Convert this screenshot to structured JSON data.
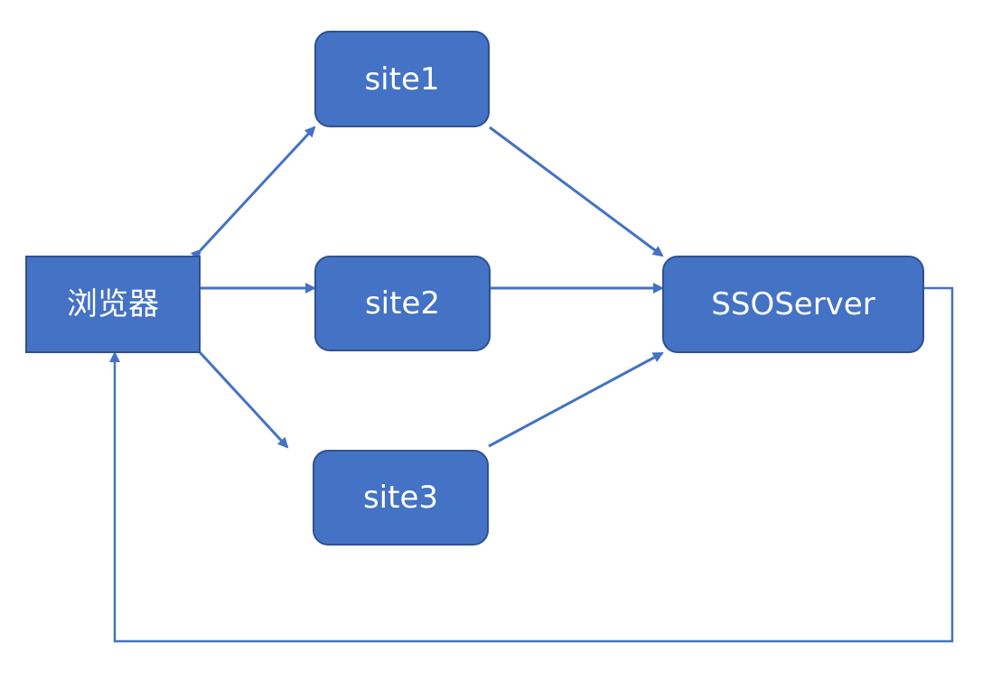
{
  "diagram": {
    "nodes": {
      "browser": "浏览器",
      "site1": "site1",
      "site2": "site2",
      "site3": "site3",
      "sso_server": "SSOServer"
    }
  },
  "colors": {
    "node_fill": "#4472c4",
    "node_border": "#2f528f",
    "node_text": "#ffffff",
    "edge": "#4472c4",
    "background": "#ffffff"
  }
}
